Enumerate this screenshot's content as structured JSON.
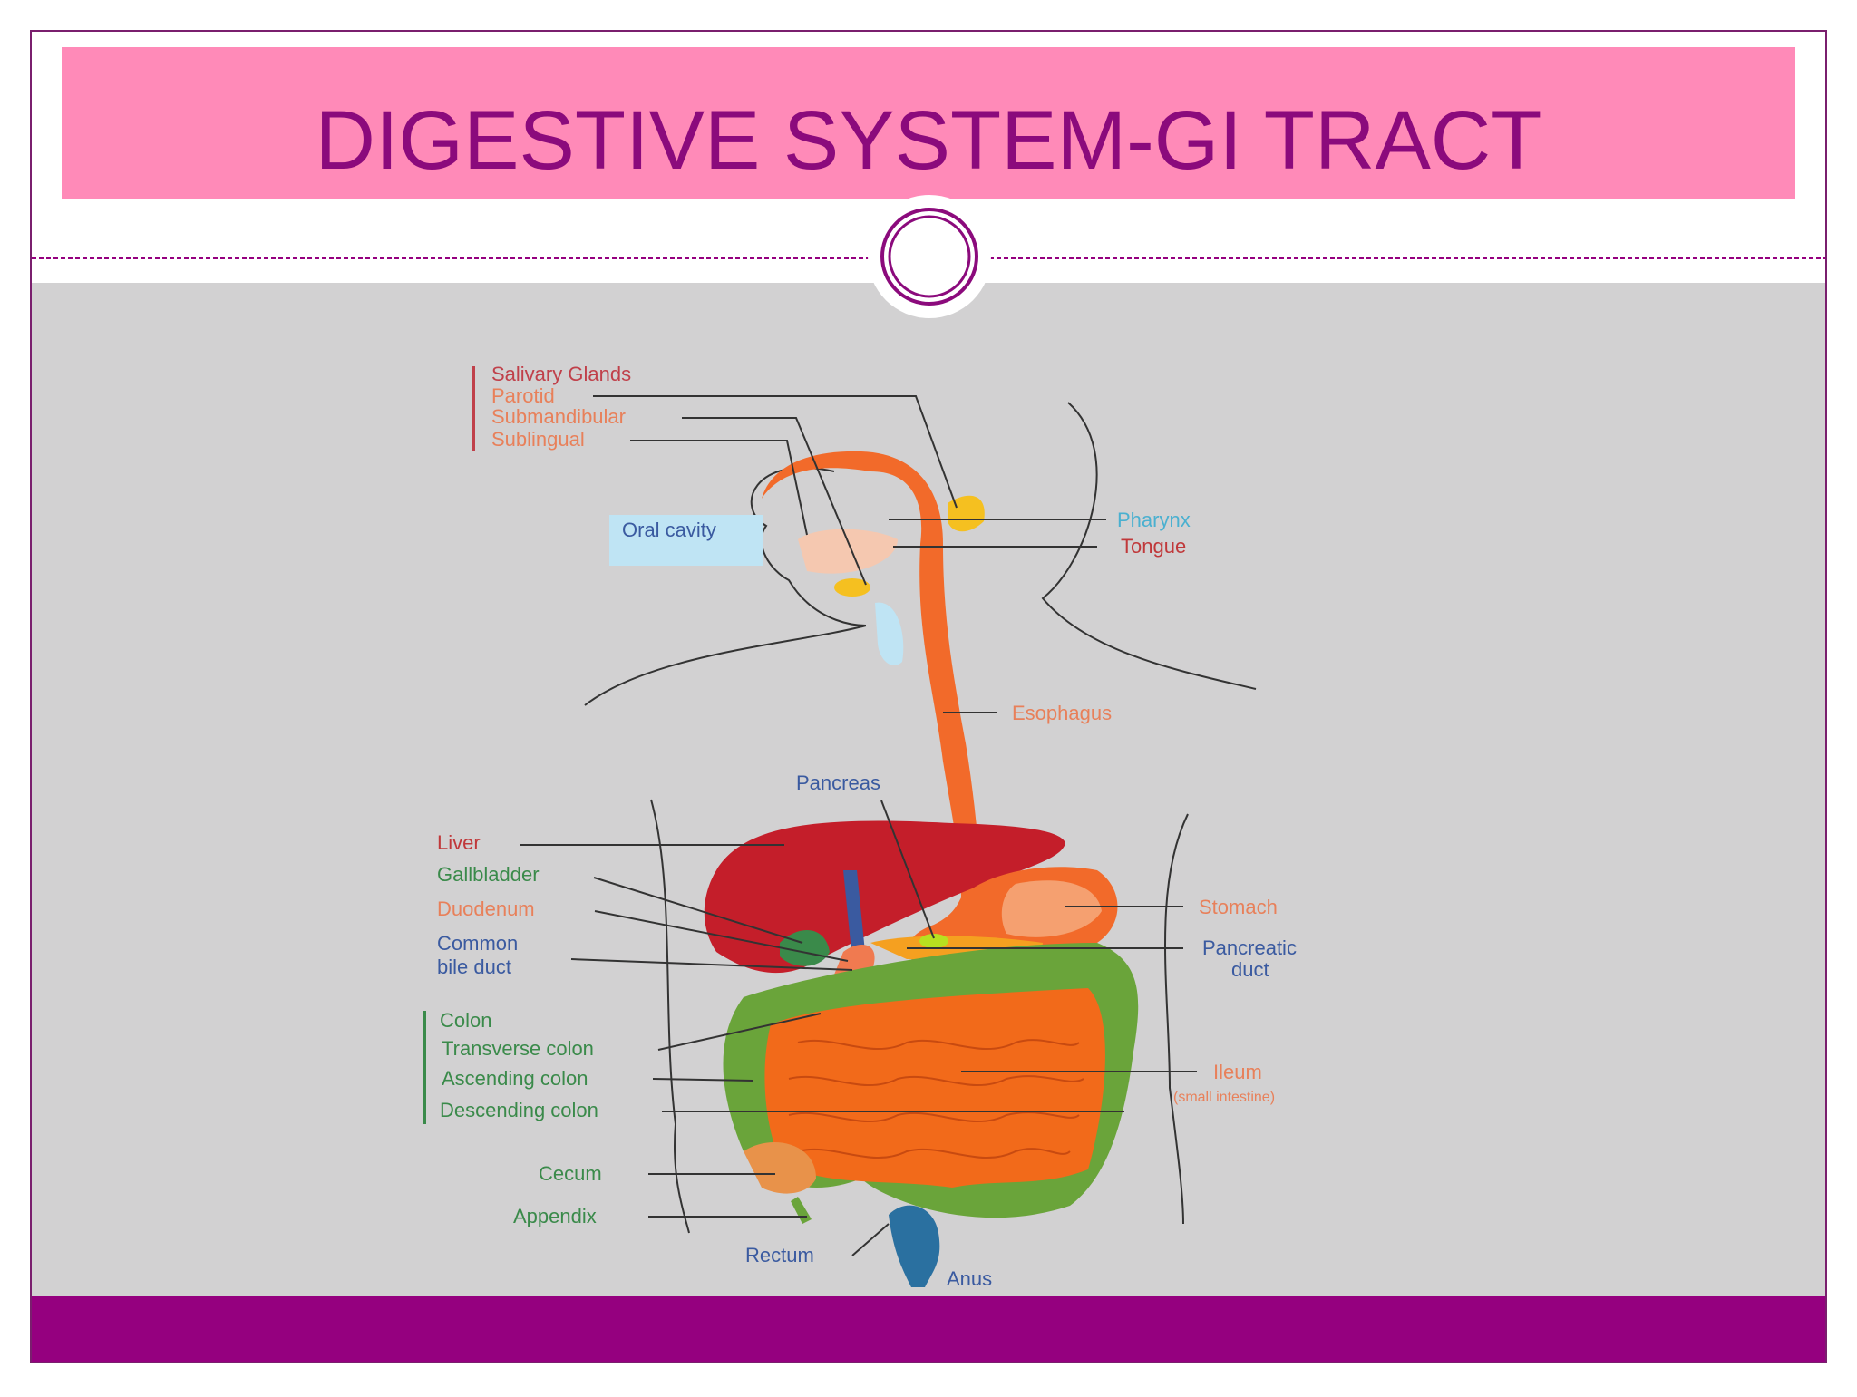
{
  "slide": {
    "title": "DIGESTIVE SYSTEM-GI TRACT",
    "colors": {
      "title_bar": "#ff8ab8",
      "title_text": "#8b0a7c",
      "accent": "#95007f",
      "content_bg": "#d2d1d2",
      "frame": "#7a1f6e"
    }
  },
  "diagram": {
    "labels": {
      "salivary_glands": "Salivary Glands",
      "parotid": "Parotid",
      "submandibular": "Submandibular",
      "sublingual": "Sublingual",
      "oral_cavity": "Oral cavity",
      "pharynx": "Pharynx",
      "tongue": "Tongue",
      "esophagus": "Esophagus",
      "pancreas": "Pancreas",
      "liver": "Liver",
      "gallbladder": "Gallbladder",
      "duodenum": "Duodenum",
      "common_bile_duct_1": "Common",
      "common_bile_duct_2": "bile duct",
      "stomach": "Stomach",
      "pancreatic_duct_1": "Pancreatic",
      "pancreatic_duct_2": "duct",
      "colon": "Colon",
      "transverse_colon": "Transverse colon",
      "ascending_colon": "Ascending colon",
      "descending_colon": "Descending colon",
      "ileum": "Ileum",
      "small_intestine": "(small intestine)",
      "cecum": "Cecum",
      "appendix": "Appendix",
      "rectum": "Rectum",
      "anus": "Anus"
    },
    "label_colors": {
      "gland": "#e8805a",
      "gland_header": "#c0404a",
      "blue": "#3a5aa0",
      "light_blue": "#4ab0d0",
      "red": "#c0383a",
      "green": "#3a8a4a",
      "orange": "#e8805a"
    }
  }
}
